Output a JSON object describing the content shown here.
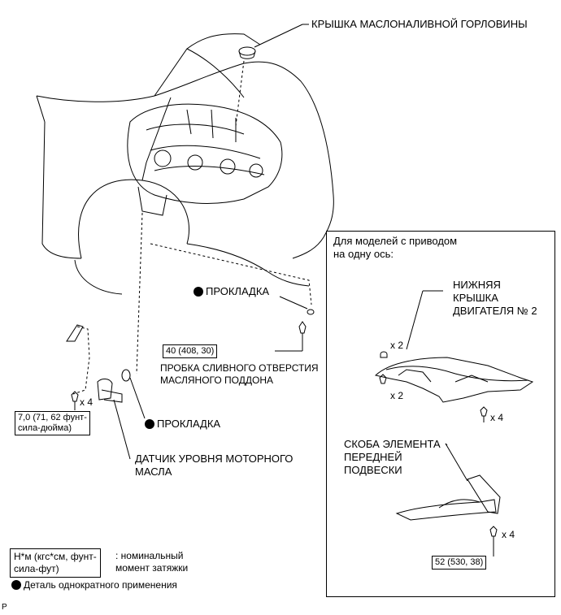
{
  "labels": {
    "oil_filler_cap": "КРЫШКА МАСЛОНАЛИВНОЙ ГОРЛОВИНЫ",
    "gasket_top": "ПРОКЛАДКА",
    "gasket_bottom": "ПРОКЛАДКА",
    "drain_plug_line1": "ПРОБКА СЛИВНОГО ОТВЕРСТИЯ",
    "drain_plug_line2": "МАСЛЯНОГО ПОДДОНА",
    "sensor_line1": "ДАТЧИК УРОВНЯ МОТОРНОГО",
    "sensor_line2": "МАСЛА",
    "inset_title_line1": "Для моделей с приводом",
    "inset_title_line2": "на одну ось:",
    "undercover_line1": "НИЖНЯЯ",
    "undercover_line2": "КРЫШКА",
    "undercover_line3": "ДВИГАТЕЛЯ № 2",
    "brace_line1": "СКОБА ЭЛЕМЕНТА",
    "brace_line2": "ПЕРЕДНЕЙ",
    "brace_line3": "ПОДВЕСКИ",
    "x2_top": "x 2",
    "x2_bottom": "x 2",
    "x4_cover": "x 4",
    "x4_brace": "x 4",
    "x4_sensor": "x 4",
    "page_marker": "P"
  },
  "torques": {
    "drain_plug": "40 (408, 30)",
    "sensor_line1": "7,0 (71, 62 фунт-",
    "sensor_line2": "сила-дюйма)",
    "brace": "52 (530, 38)"
  },
  "legend": {
    "unit_line1": "Н*м (кгс*см, фунт-",
    "unit_line2": "сила-фут)",
    "unit_desc_line1": ": номинальный",
    "unit_desc_line2": "момент затяжки",
    "one_time": "Деталь однократного применения"
  }
}
